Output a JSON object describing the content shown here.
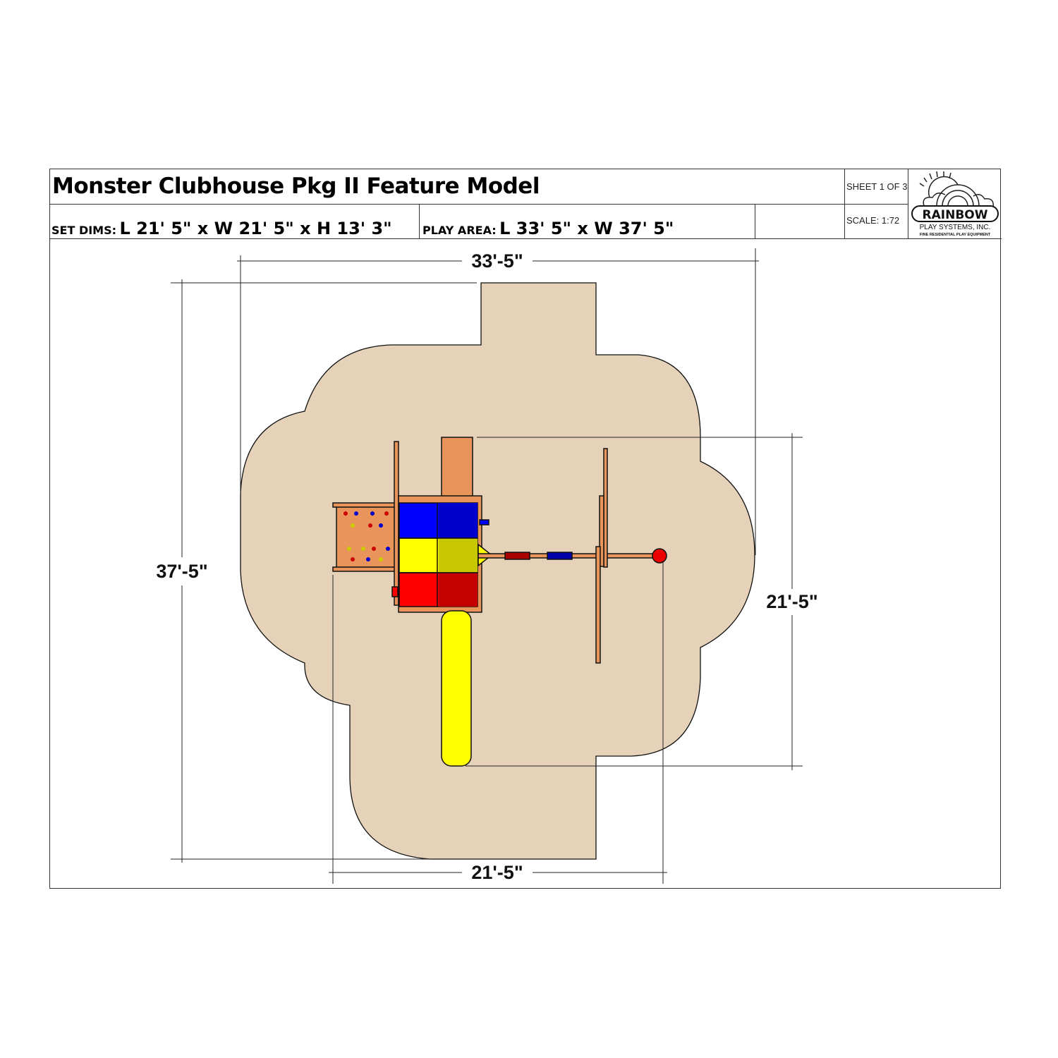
{
  "title": "Monster Clubhouse Pkg II Feature Model",
  "set_dims": {
    "label": "SET DIMS:",
    "value": "L 21' 5\" x W 21' 5\" x H 13' 3\""
  },
  "play_area": {
    "label": "PLAY AREA:",
    "value": "L 33' 5\" x W 37' 5\""
  },
  "sheet": "SHEET 1 OF 3",
  "scale": "SCALE: 1:72",
  "logo": {
    "brand": "RAINBOW",
    "company": "PLAY SYSTEMS, INC.",
    "tagline": "FINE RESIDENTIAL PLAY EQUIPMENT"
  },
  "dimensions": {
    "play_width": "33'-5\"",
    "play_length": "37'-5\"",
    "set_length": "21'-5\"",
    "set_width": "21'-5\""
  },
  "colors": {
    "play_area": "#e5d2b8",
    "wood": "#e8945a",
    "blue": "#0000ff",
    "yellow": "#ffff00",
    "red": "#ff0000"
  }
}
